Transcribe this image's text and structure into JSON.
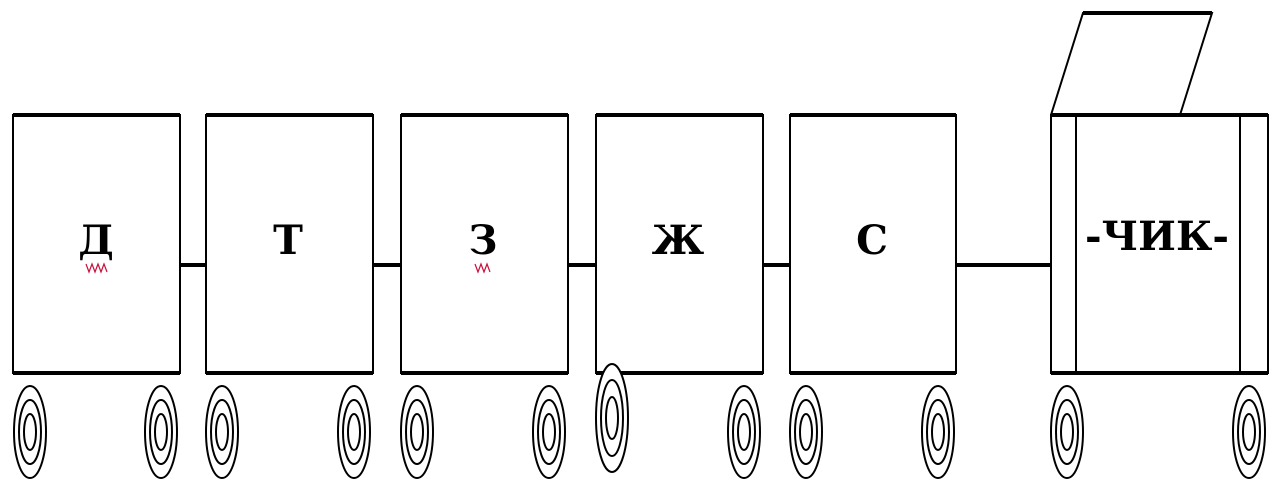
{
  "diagram": {
    "cars": [
      {
        "letter": "Д",
        "underline": true
      },
      {
        "letter": "Т",
        "underline": false
      },
      {
        "letter": "З",
        "underline": true
      },
      {
        "letter": "Ж",
        "underline": false
      },
      {
        "letter": "С",
        "underline": false
      }
    ],
    "engine": {
      "label": "-ЧИК-"
    }
  },
  "colors": {
    "stroke": "#000000",
    "background": "#ffffff",
    "spellcheck": "#c8103c"
  }
}
